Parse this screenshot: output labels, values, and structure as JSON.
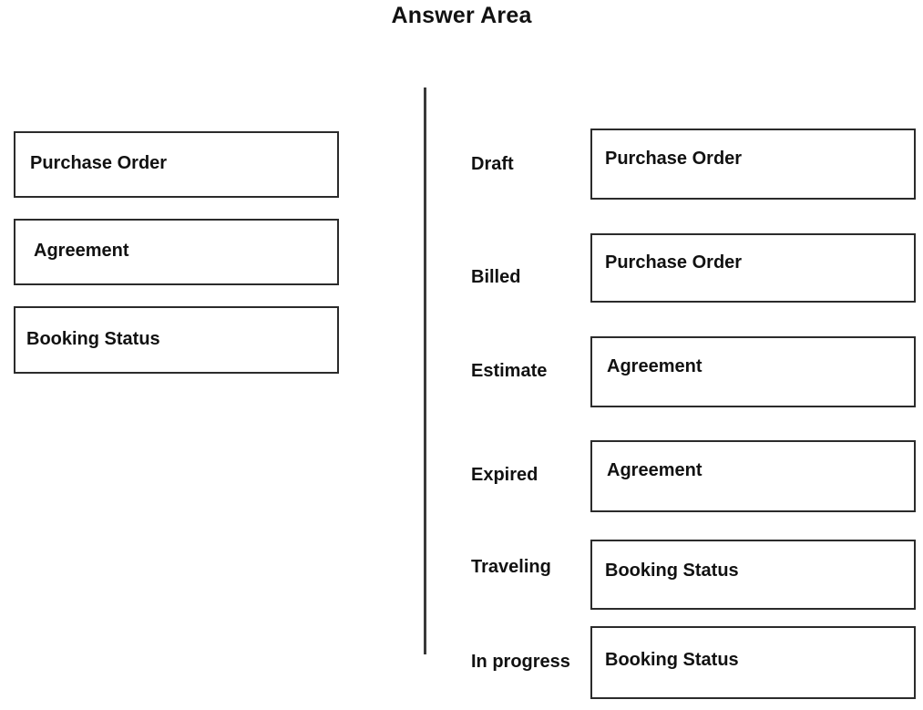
{
  "page": {
    "title": "Answer Area",
    "background_color": "#ffffff",
    "text_color": "#111111",
    "border_color": "#2b2b2b",
    "divider_color": "#3a3a3a"
  },
  "source_list": {
    "name": "drag-source-list",
    "items": [
      {
        "label": "Purchase Order"
      },
      {
        "label": "Agreement"
      },
      {
        "label": "Booking Status"
      }
    ]
  },
  "answer_area": {
    "name": "answer-area",
    "rows": [
      {
        "label": "Draft",
        "value": "Purchase Order"
      },
      {
        "label": "Billed",
        "value": "Purchase Order"
      },
      {
        "label": "Estimate",
        "value": "Agreement"
      },
      {
        "label": "Expired",
        "value": "Agreement"
      },
      {
        "label": "Traveling",
        "value": "Booking Status"
      },
      {
        "label": "In progress",
        "value": "Booking Status"
      }
    ]
  }
}
